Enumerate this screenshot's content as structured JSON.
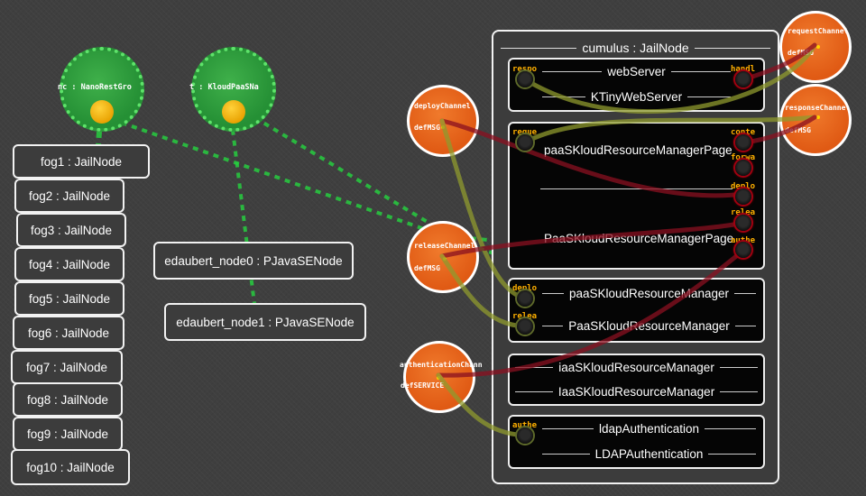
{
  "cumulus": {
    "title": "cumulus : JailNode",
    "components": [
      {
        "id": "web",
        "lines": [
          "webServer",
          "KTinyWebServer"
        ],
        "ports": [
          "respo",
          "handl"
        ]
      },
      {
        "id": "page",
        "lines": [
          "paaSKloudResourceManagerPage",
          "PaaSKloudResourceManagerPage"
        ],
        "ports": [
          "reque",
          "conte",
          "forwa",
          "deplo",
          "relea",
          "authe"
        ]
      },
      {
        "id": "mgr",
        "lines": [
          "paaSKloudResourceManager",
          "PaaSKloudResourceManager"
        ],
        "ports": [
          "deplo",
          "relea"
        ]
      },
      {
        "id": "iaas",
        "lines": [
          "iaaSKloudResourceManager",
          "IaaSKloudResourceManager"
        ],
        "ports": []
      },
      {
        "id": "ldap",
        "lines": [
          "ldapAuthentication",
          "LDAPAuthentication"
        ],
        "ports": [
          "authe"
        ]
      }
    ]
  },
  "channels": [
    {
      "id": "deploy",
      "name": "deployChannel",
      "type": "defMSG"
    },
    {
      "id": "release",
      "name": "releaseChannel",
      "type": "defMSG"
    },
    {
      "id": "auth",
      "name": "authenticationChann",
      "type": "defSERVICE"
    },
    {
      "id": "request",
      "name": "requestChannel",
      "type": "defMSG"
    },
    {
      "id": "response",
      "name": "responseChannel",
      "type": "defMSG"
    }
  ],
  "green_nodes": [
    {
      "id": "nano",
      "label": "nc :  NanoRestGro"
    },
    {
      "id": "kloud",
      "label": "t :  KloudPaaSNa"
    }
  ],
  "fog_nodes": [
    "fog1 : JailNode",
    "fog2 : JailNode",
    "fog3 : JailNode",
    "fog4 : JailNode",
    "fog5 : JailNode",
    "fog6 : JailNode",
    "fog7 : JailNode",
    "fog8 : JailNode",
    "fog9 : JailNode",
    "fog10 : JailNode"
  ],
  "java_nodes": [
    "edaubert_node0 : PJavaSENode",
    "edaubert_node1 : PJavaSENode"
  ],
  "colors": {
    "binding_olive": "#8f9a2e",
    "binding_red": "#8a1020",
    "group_link": "#1fc43a",
    "channel": "#e8611b",
    "node": "#2fa03f"
  }
}
